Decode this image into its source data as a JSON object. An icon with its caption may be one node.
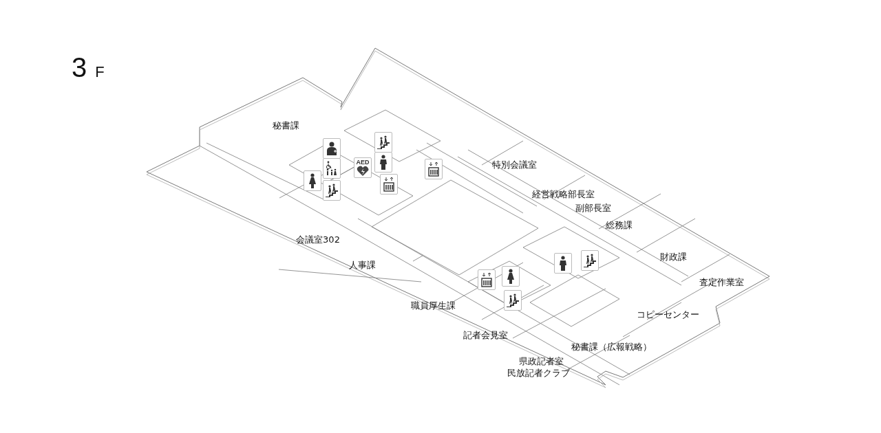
{
  "diagram": {
    "title": "3F",
    "labels": [
      "秘書課",
      "AED",
      "特別会議室",
      "経営戦略部長室",
      "副部長室",
      "総務課",
      "会議室302",
      "財政課",
      "人事課",
      "査定作業室",
      "職員厚生課",
      "コピーセンター",
      "記者会見室",
      "秘書課（広報戦略）",
      "県政記者室",
      "民放記者クラブ"
    ]
  }
}
